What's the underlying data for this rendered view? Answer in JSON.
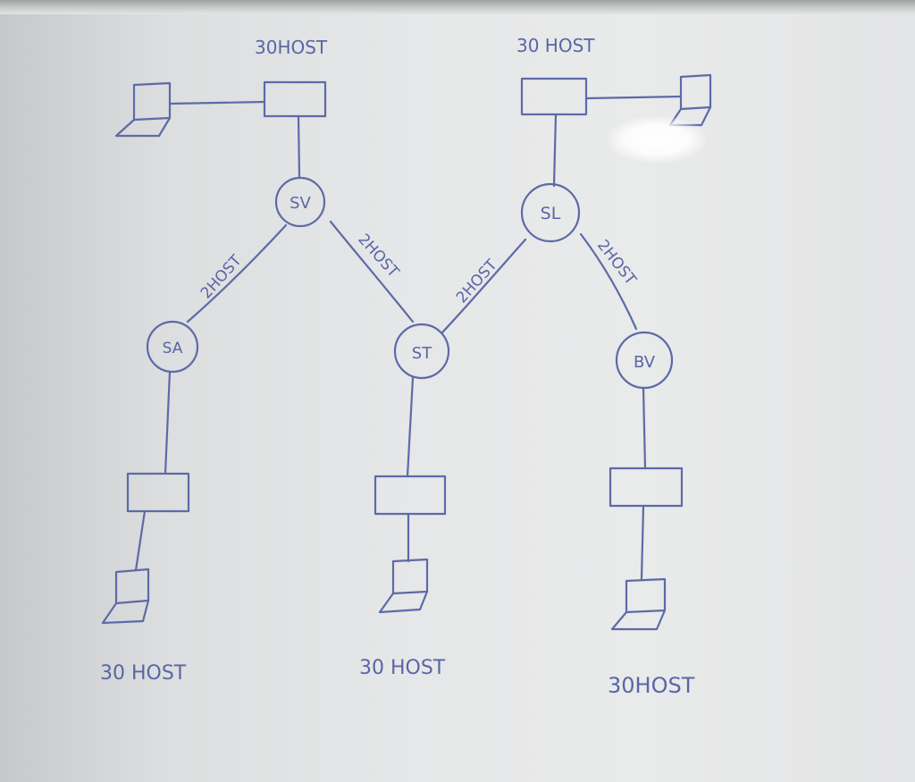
{
  "diagram": {
    "routers": [
      {
        "id": "SV",
        "label": "SV"
      },
      {
        "id": "SL",
        "label": "SL"
      },
      {
        "id": "SA",
        "label": "SA"
      },
      {
        "id": "ST",
        "label": "ST"
      },
      {
        "id": "BV",
        "label": "BV"
      }
    ],
    "links": [
      {
        "from": "SV",
        "to": "SA",
        "label": "2HOST"
      },
      {
        "from": "SV",
        "to": "ST",
        "label": "2HOST"
      },
      {
        "from": "ST",
        "to": "SL",
        "label": "2HOST"
      },
      {
        "from": "SL",
        "to": "BV",
        "label": "2HOST"
      }
    ],
    "lans": [
      {
        "router": "SV",
        "label": "30HOST"
      },
      {
        "router": "SL",
        "label": "30 HOST"
      },
      {
        "router": "SA",
        "label": "30 HOST"
      },
      {
        "router": "ST",
        "label": "30 HOST"
      },
      {
        "router": "BV",
        "label": "30HOST"
      }
    ],
    "ink_color": "#5d6aa8",
    "board_color": "#e8e9e9"
  }
}
